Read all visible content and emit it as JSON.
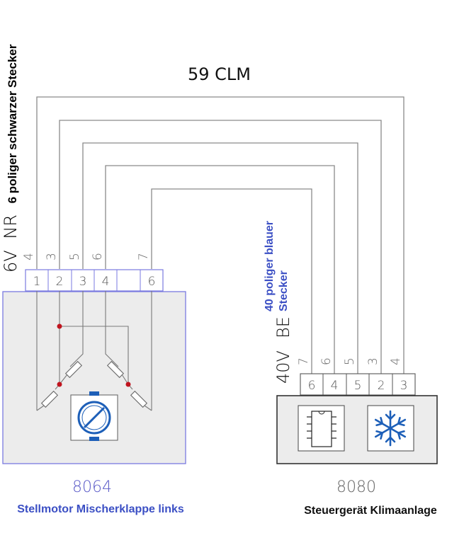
{
  "bus": {
    "label": "59 CLM"
  },
  "left_connector": {
    "size": "6V",
    "color_code": "NR",
    "description": "6 poliger schwarzer Stecker",
    "wire_numbers": [
      "4",
      "3",
      "5",
      "6",
      "7"
    ],
    "pins": [
      "1",
      "2",
      "3",
      "4",
      "",
      "6"
    ]
  },
  "right_connector": {
    "size": "40V",
    "color_code": "BE",
    "description_line1": "40 poliger blauer",
    "description_line2": "Stecker",
    "wire_numbers": [
      "7",
      "6",
      "5",
      "3",
      "4"
    ],
    "pins": [
      "6",
      "4",
      "5",
      "2",
      "3"
    ]
  },
  "left_component": {
    "code": "8064",
    "name": "Stellmotor Mischerklappe links",
    "code_color": "#5b5bc8",
    "name_color": "#3b4fc4",
    "border_color": "#7a7ae0"
  },
  "right_component": {
    "code": "8080",
    "name": "Steuergerät Klimaanlage",
    "code_color": "#666666",
    "name_color": "#111111",
    "border_color": "#333333"
  },
  "icons": [
    "motor-icon",
    "ic-chip-icon",
    "snowflake-icon"
  ],
  "colors": {
    "wire": "#8a8a8a",
    "junction": "#c0141e",
    "motor_blue": "#1d5fb8",
    "box_fill": "#ececec"
  }
}
